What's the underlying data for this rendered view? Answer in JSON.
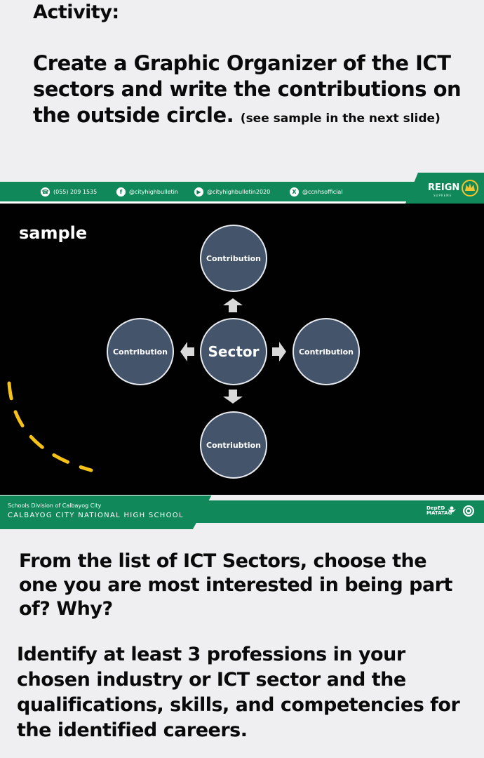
{
  "activity": {
    "title": "Activity:",
    "instruction": "Create a Graphic Organizer of the ICT sectors and write the contributions on the outside circle.",
    "note": "(see sample in the next slide)"
  },
  "slide": {
    "contacts": [
      {
        "icon": "phone-icon",
        "text": "(055) 209 1535"
      },
      {
        "icon": "facebook-icon",
        "text": "@cityhighbulletin"
      },
      {
        "icon": "youtube-icon",
        "text": "@cityhighbulletin2020"
      },
      {
        "icon": "x-icon",
        "text": "@ccnhsofficial"
      }
    ],
    "brand": {
      "name": "REIGN",
      "tagline": "SUPREME"
    },
    "sample_label": "sample",
    "organizer": {
      "center": "Sector",
      "top": "Contribution",
      "left": "Contribution",
      "right": "Contribution",
      "bottom": "Contriubtion"
    },
    "footer": {
      "division": "Schools Division of Calbayog City",
      "school": "CALBAYOG CITY NATIONAL HIGH SCHOOL",
      "logo_text": "DepED MATATAG"
    },
    "colors": {
      "green": "#11885a",
      "circle": "#44546a",
      "accent_dash": "#f6c218"
    }
  },
  "questions": [
    "From the list of ICT Sectors, choose the one you are most interested in being part of? Why?",
    "Identify at least 3 professions in your chosen industry or ICT sector and the qualifications, skills, and competencies for the identified careers."
  ]
}
